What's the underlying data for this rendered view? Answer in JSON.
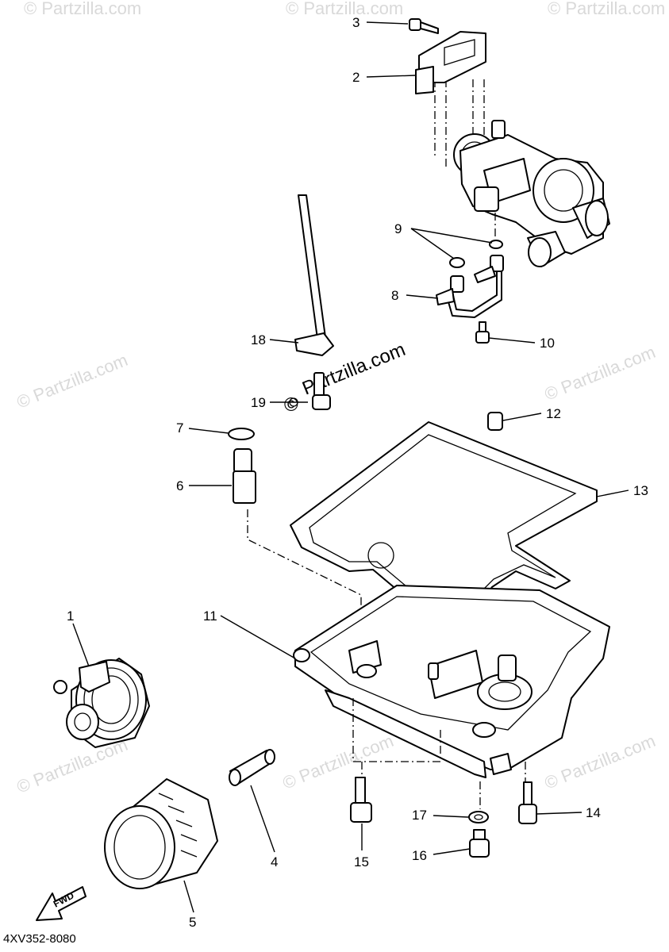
{
  "watermark": {
    "text": "© Partzilla.com",
    "center_text": "Partzilla.com",
    "center_symbol": "©"
  },
  "diagram": {
    "code": "4XV352-8080",
    "fwd_label": "FWD",
    "callouts": {
      "c1": "1",
      "c2": "2",
      "c3": "3",
      "c4": "4",
      "c5": "5",
      "c6": "6",
      "c7": "7",
      "c8": "8",
      "c9": "9",
      "c10": "10",
      "c11": "11",
      "c12": "12",
      "c13": "13",
      "c14": "14",
      "c15": "15",
      "c16": "16",
      "c17": "17",
      "c18": "18",
      "c19": "19"
    }
  }
}
